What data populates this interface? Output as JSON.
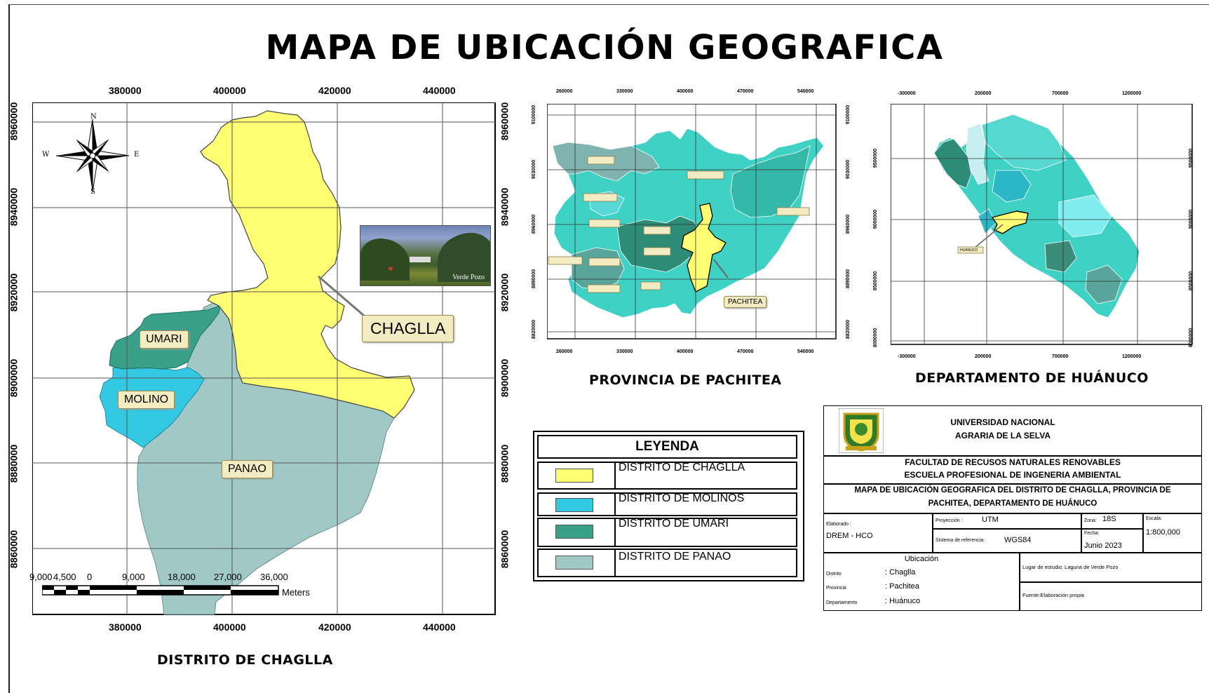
{
  "title": "MAPA DE UBICACIÓN GEOGRAFICA",
  "colors": {
    "chaglla": "#ffff73",
    "molinos": "#33c9e3",
    "umari": "#3aa08a",
    "panao": "#9fc8c6",
    "grid": "#555555"
  },
  "main_map": {
    "caption": "DISTRITO DE CHAGLLA",
    "x_ticks": [
      "380000",
      "400000",
      "420000",
      "440000"
    ],
    "y_ticks": [
      "8960000",
      "8940000",
      "8920000",
      "8900000",
      "8880000",
      "8860000"
    ],
    "labels": {
      "umari": "UMARI",
      "molino": "MOLINO",
      "panao": "PANAO",
      "chaglla": "CHAGLLA"
    },
    "north_arrow": {
      "n": "N",
      "s": "S",
      "e": "E",
      "w": "W"
    },
    "photo_caption": "Verde Pozo",
    "scale_bar": {
      "labels": [
        "9,000",
        "4,500",
        "0",
        "9,000",
        "18,000",
        "27,000",
        "36,000"
      ],
      "unit": "Meters"
    }
  },
  "provincia_map": {
    "caption": "PROVINCIA DE PACHITEA",
    "x_ticks": [
      "260000",
      "330000",
      "400000",
      "470000",
      "540000"
    ],
    "y_ticks": [
      "9100000",
      "9030000",
      "8960000",
      "8890000",
      "8820000"
    ],
    "callout": "PACHITEA"
  },
  "departamento_map": {
    "caption": "DEPARTAMENTO DE HUÁNUCO",
    "x_ticks": [
      "-300000",
      "200000",
      "700000",
      "1200000"
    ],
    "y_ticks": [
      "9500000",
      "9000000",
      "8500000",
      "8000000"
    ],
    "callout": "HUANUCO"
  },
  "legend": {
    "title": "LEYENDA",
    "items": [
      {
        "label": "DISTRITO DE CHAGLLA",
        "color": "#ffff73"
      },
      {
        "label": "DISTRITO DE MOLINOS",
        "color": "#33c9e3"
      },
      {
        "label": "DISTRITO DE UMARI",
        "color": "#3aa08a"
      },
      {
        "label": "DISTRITO DE PANAO",
        "color": "#9fc8c6"
      }
    ]
  },
  "title_block": {
    "university_line1": "UNIVERSIDAD NACIONAL",
    "university_line2": "AGRARIA DE LA SELVA",
    "faculty_line1": "FACULTAD DE RECUSOS NATURALES RENOVABLES",
    "faculty_line2": "ESCUELA PROFESIONAL DE INGENERIA AMBIENTAL",
    "map_title_line1": "MAPA DE UBICACIÓN GEOGRAFICA DEL DISTRITO DE CHAGLLA, PROVINCIA DE",
    "map_title_line2": "PACHITEA, DEPARTAMENTO DE HUÁNUCO",
    "elaborado_label": "Elaborado :",
    "elaborado_value": "DREM  - HCO",
    "proyeccion_label": "Proyección :",
    "proyeccion_value": "UTM",
    "sistema_label": "Sistema de referencia:",
    "sistema_value": "WGS84",
    "zona_label": "Zona:",
    "zona_value": "18S",
    "escala_label": "Escala:",
    "escala_value": "1:800,000",
    "fecha_label": "Fecha:",
    "fecha_value": "Junio 2023",
    "ubicacion_header": "Ubicación",
    "distrito_label": "Distrito",
    "distrito_value": ": Chaglla",
    "provincia_label": "Provincia",
    "provincia_value": ": Pachitea",
    "departamento_label": "Departamento",
    "departamento_value": ": Huánuco",
    "lugar": "Lugar de estudio: Laguna de Verde Pozo",
    "fuente": "Fuente:Elaboración propia"
  }
}
